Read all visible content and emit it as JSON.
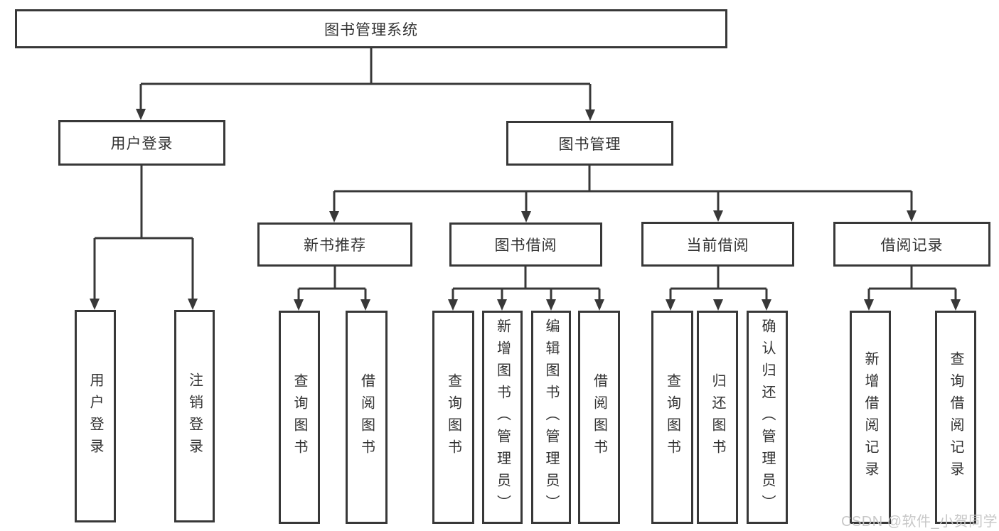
{
  "nodes": {
    "root": {
      "label": "图书管理系统"
    },
    "user_login": {
      "label": "用户登录",
      "children": [
        {
          "label": "用户登录"
        },
        {
          "label": "注销登录"
        }
      ]
    },
    "book_mgmt": {
      "label": "图书管理",
      "modules": [
        {
          "label": "新书推荐",
          "children": [
            {
              "label": "查询图书"
            },
            {
              "label": "借阅图书"
            }
          ]
        },
        {
          "label": "图书借阅",
          "children": [
            {
              "label": "查询图书"
            },
            {
              "label": "新增图书（管理员）"
            },
            {
              "label": "编辑图书（管理员）"
            },
            {
              "label": "借阅图书"
            }
          ]
        },
        {
          "label": "当前借阅",
          "children": [
            {
              "label": "查询图书"
            },
            {
              "label": "归还图书"
            },
            {
              "label": "确认归还（管理员）"
            }
          ]
        },
        {
          "label": "借阅记录",
          "children": [
            {
              "label": "新增借阅记录"
            },
            {
              "label": "查询借阅记录"
            }
          ]
        }
      ]
    }
  },
  "watermark": {
    "text": "CSDN @软件_小贺同学"
  },
  "colors": {
    "line": "#383838",
    "text": "#333333",
    "watermark": "#c5c5c5",
    "background": "#ffffff"
  }
}
